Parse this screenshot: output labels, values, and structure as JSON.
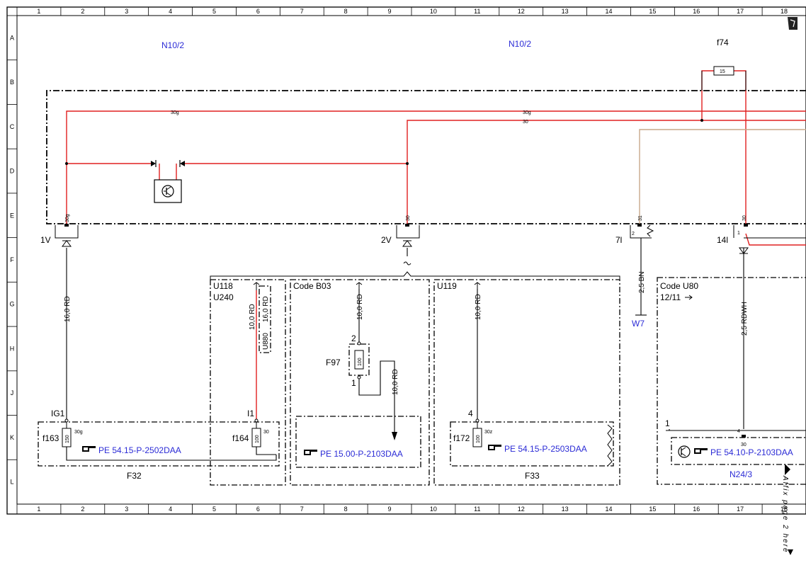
{
  "grid": {
    "columns": [
      "1",
      "2",
      "3",
      "4",
      "5",
      "6",
      "7",
      "8",
      "9",
      "10",
      "11",
      "12",
      "13",
      "14",
      "15",
      "16",
      "17",
      "18"
    ],
    "rows": [
      "A",
      "B",
      "C",
      "D",
      "E",
      "F",
      "G",
      "H",
      "J",
      "K",
      "L"
    ]
  },
  "components": {
    "n10_2_left": "N10/2",
    "n10_2_right": "N10/2",
    "f74": "f74",
    "f74_value": "15",
    "w7": "W7",
    "f97": "F97",
    "f97_value": "100",
    "f163": "f163",
    "f163_value": "150",
    "f164": "f164",
    "f164_value": "100",
    "f172": "f172",
    "f172_value": "100",
    "f32": "F32",
    "f33": "F33",
    "n24_3": "N24/3"
  },
  "wires": {
    "w30g_left": "30g",
    "w30g_right": "30g",
    "w30": "30",
    "pin_30g_1v": "30g",
    "pin_30_2v": "30",
    "pin_31_7l": "31",
    "pin_30_14l": "30",
    "pin_2": "2",
    "pin_1": "1",
    "gauge_16rd": "16,0 RD",
    "gauge_10rd_a": "10,0 RD",
    "gauge_16rd_b": "16,0 RD",
    "gauge_10rd_b": "10,0 RD",
    "gauge_10rd_c": "10,0 RD",
    "gauge_10rd_d": "10,0 RD",
    "gauge_25bn": "2,5 BN",
    "gauge_25rdwh": "2,5 RDWH"
  },
  "connectors": {
    "c1v": "1V",
    "c2v": "2V",
    "c7l": "7l",
    "c14l": "14l",
    "ig1": "IG1",
    "i1": "I1",
    "n4": "4",
    "k1": "1",
    "k4": "4",
    "f97_pin2": "2",
    "f97_pin1": "1",
    "p30g": "30g",
    "p30": "30",
    "p30z": "30z",
    "p30b": "30"
  },
  "codes": {
    "u118": "U118",
    "u240": "U240",
    "u880": "U880",
    "b03": "Code B03",
    "u119": "U119",
    "u80": "Code U80",
    "u80_ref": "12/11"
  },
  "references": {
    "pe1": "PE 54.15-P-2502DAA",
    "pe2": "PE 15.00-P-2103DAA",
    "pe3": "PE 54.15-P-2503DAA",
    "pe4": "PE 54.10-P-2103DAA"
  },
  "side_note": "Affix page 2 here",
  "colors": {
    "red": "#e02020",
    "brown": "#c8a88a",
    "blue": "#2b2bd6"
  }
}
